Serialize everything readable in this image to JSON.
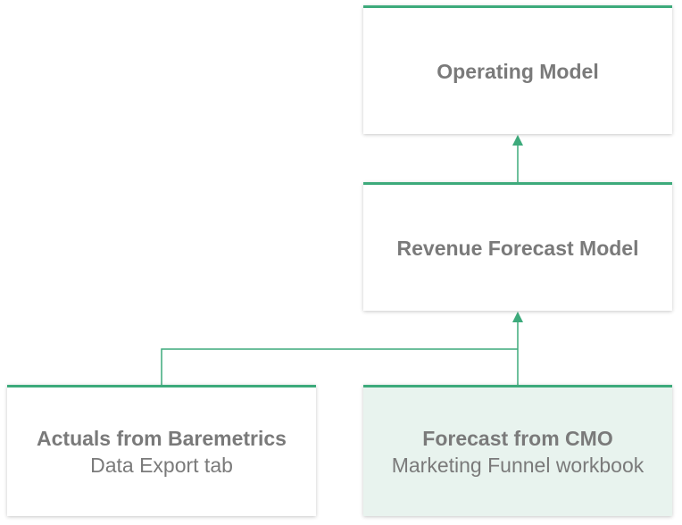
{
  "diagram": {
    "nodes": {
      "operating_model": {
        "title": "Operating Model"
      },
      "revenue_forecast_model": {
        "title": "Revenue Forecast Model"
      },
      "actuals": {
        "title": "Actuals from Baremetrics",
        "subtitle": "Data Export tab"
      },
      "forecast_cmo": {
        "title": "Forecast from CMO",
        "subtitle": "Marketing Funnel workbook"
      }
    },
    "colors": {
      "accent": "#3daa7b",
      "text": "#7a7a7a",
      "tinted_fill": "#e8f3ee",
      "node_fill": "#ffffff"
    }
  }
}
